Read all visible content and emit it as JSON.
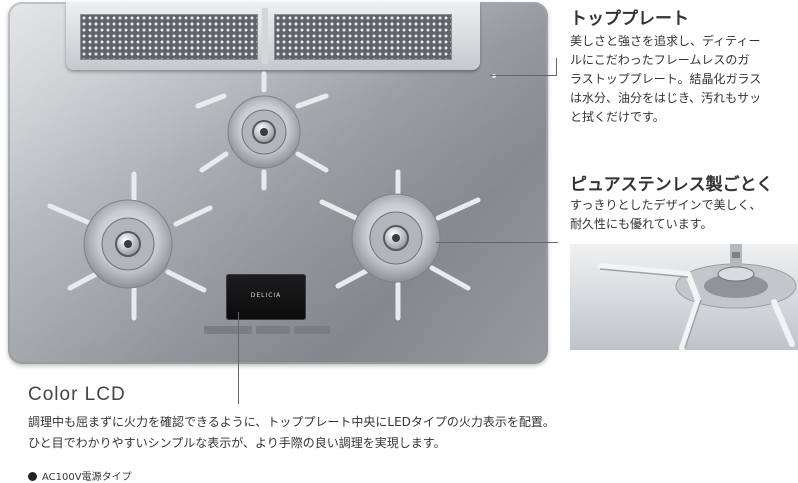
{
  "top_plate": {
    "heading": "トッププレート",
    "lines": [
      "美しさと強さを追求し、ディティー",
      "ルにこだわったフレームレスのガ",
      "ラストッププレート。結晶化ガラス",
      "は水分、油分をはじき、汚れもサッ",
      "と拭くだけです。"
    ]
  },
  "gotoku": {
    "heading": "ピュアステンレス製ごとく",
    "lines": [
      "すっきりとしたデザインで美しく、",
      "耐久性にも優れています。"
    ]
  },
  "lcd": {
    "heading": "Color LCD",
    "lines": [
      "調理中も屈まずに火力を確認できるように、トッププレート中央にLEDタイプの火力表示を配置。",
      "ひと目でわかりやすいシンプルな表示が、より手際の良い調理を実現します。"
    ],
    "brand": "DELICIA"
  },
  "footnote": "AC100V電源タイプ",
  "colors": {
    "text": "#333333",
    "leader": "#666666",
    "lcd_panel": "#111111"
  }
}
